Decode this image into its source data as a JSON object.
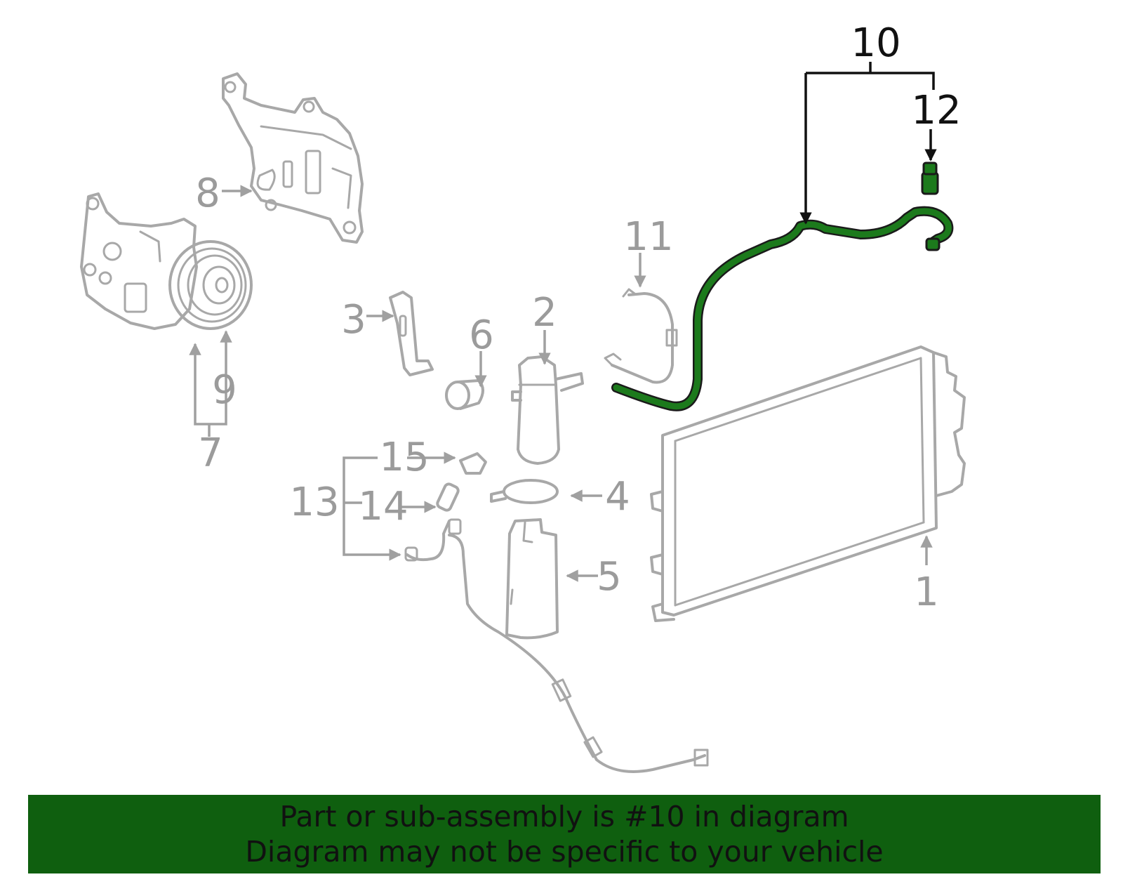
{
  "callouts": {
    "c1": "1",
    "c2": "2",
    "c3": "3",
    "c4": "4",
    "c5": "5",
    "c6": "6",
    "c7": "7",
    "c8": "8",
    "c9": "9",
    "c10": "10",
    "c11": "11",
    "c12": "12",
    "c13": "13",
    "c14": "14",
    "c15": "15"
  },
  "highlight": {
    "color": "#1c7a1c",
    "part": "10"
  },
  "banner": {
    "line1": "Part or sub-assembly is #10 in diagram",
    "line2": "Diagram may not be specific to your vehicle",
    "color": "#0f5f0f"
  }
}
